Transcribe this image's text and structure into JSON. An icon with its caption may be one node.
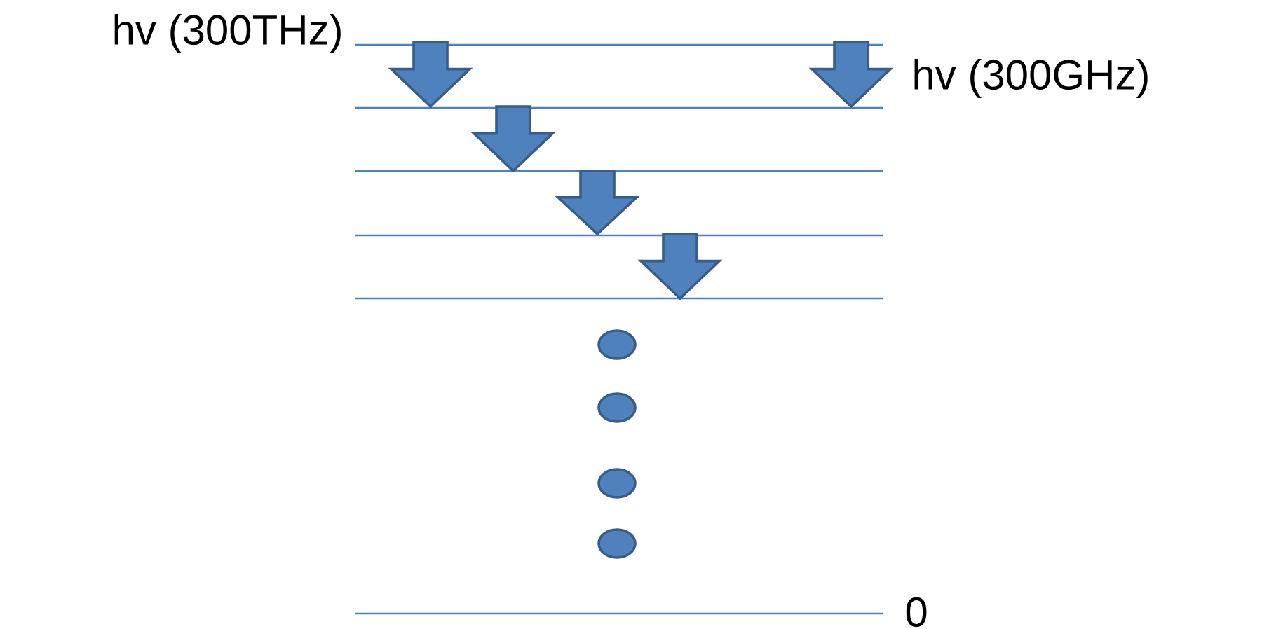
{
  "diagram": {
    "labels": [
      "hv (300THz)",
      "hv (300GHz)",
      "0"
    ]
  }
}
